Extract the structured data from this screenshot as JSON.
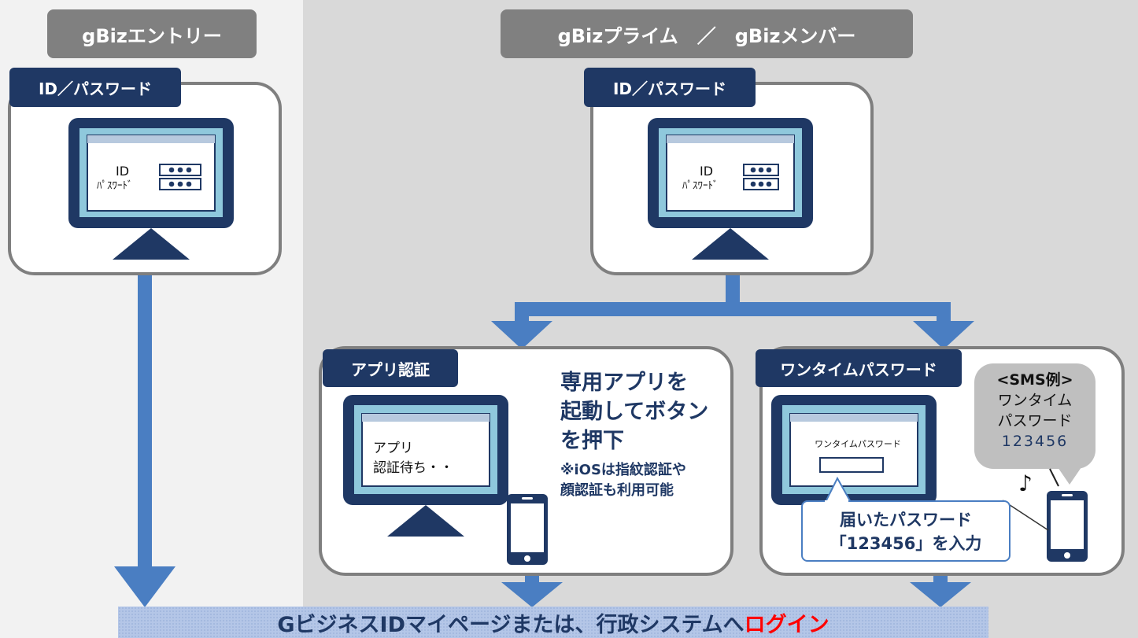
{
  "entry": {
    "title": "gBizエントリー",
    "tag": "ID／パスワード",
    "screen_id": "ID",
    "screen_pw": "ﾊﾟｽﾜｰﾄﾞ"
  },
  "prime": {
    "title": "gBizプライム　／　gBizメンバー",
    "tag": "ID／パスワード",
    "screen_id": "ID",
    "screen_pw": "ﾊﾟｽﾜｰﾄﾞ"
  },
  "app_auth": {
    "tag": "アプリ認証",
    "screen_line1": "アプリ",
    "screen_line2": "認証待ち・・",
    "desc_line1": "専用アプリを",
    "desc_line2": "起動してボタン",
    "desc_line3": "を押下",
    "note_line1": "※iOSは指紋認証や",
    "note_line2": "顔認証も利用可能"
  },
  "otp": {
    "tag": "ワンタイムパスワード",
    "screen_label": "ワンタイムパスワード",
    "sms_title": "<SMS例>",
    "sms_line1": "ワンタイム",
    "sms_line2": "パスワード",
    "sms_code": "123456",
    "note_symbol": "♪",
    "callout_line1": "届いたパスワード",
    "callout_line2": "「123456」を入力"
  },
  "banner": {
    "text": "GビジネスIDマイページまたは、行政システムへ",
    "highlight": "ログイン"
  },
  "colors": {
    "arrow": "#4a7ec2",
    "tag": "#1f3864",
    "monitor": "#1f3864",
    "screen_frame": "#8fc8dc",
    "highlight": "#ff0000"
  }
}
